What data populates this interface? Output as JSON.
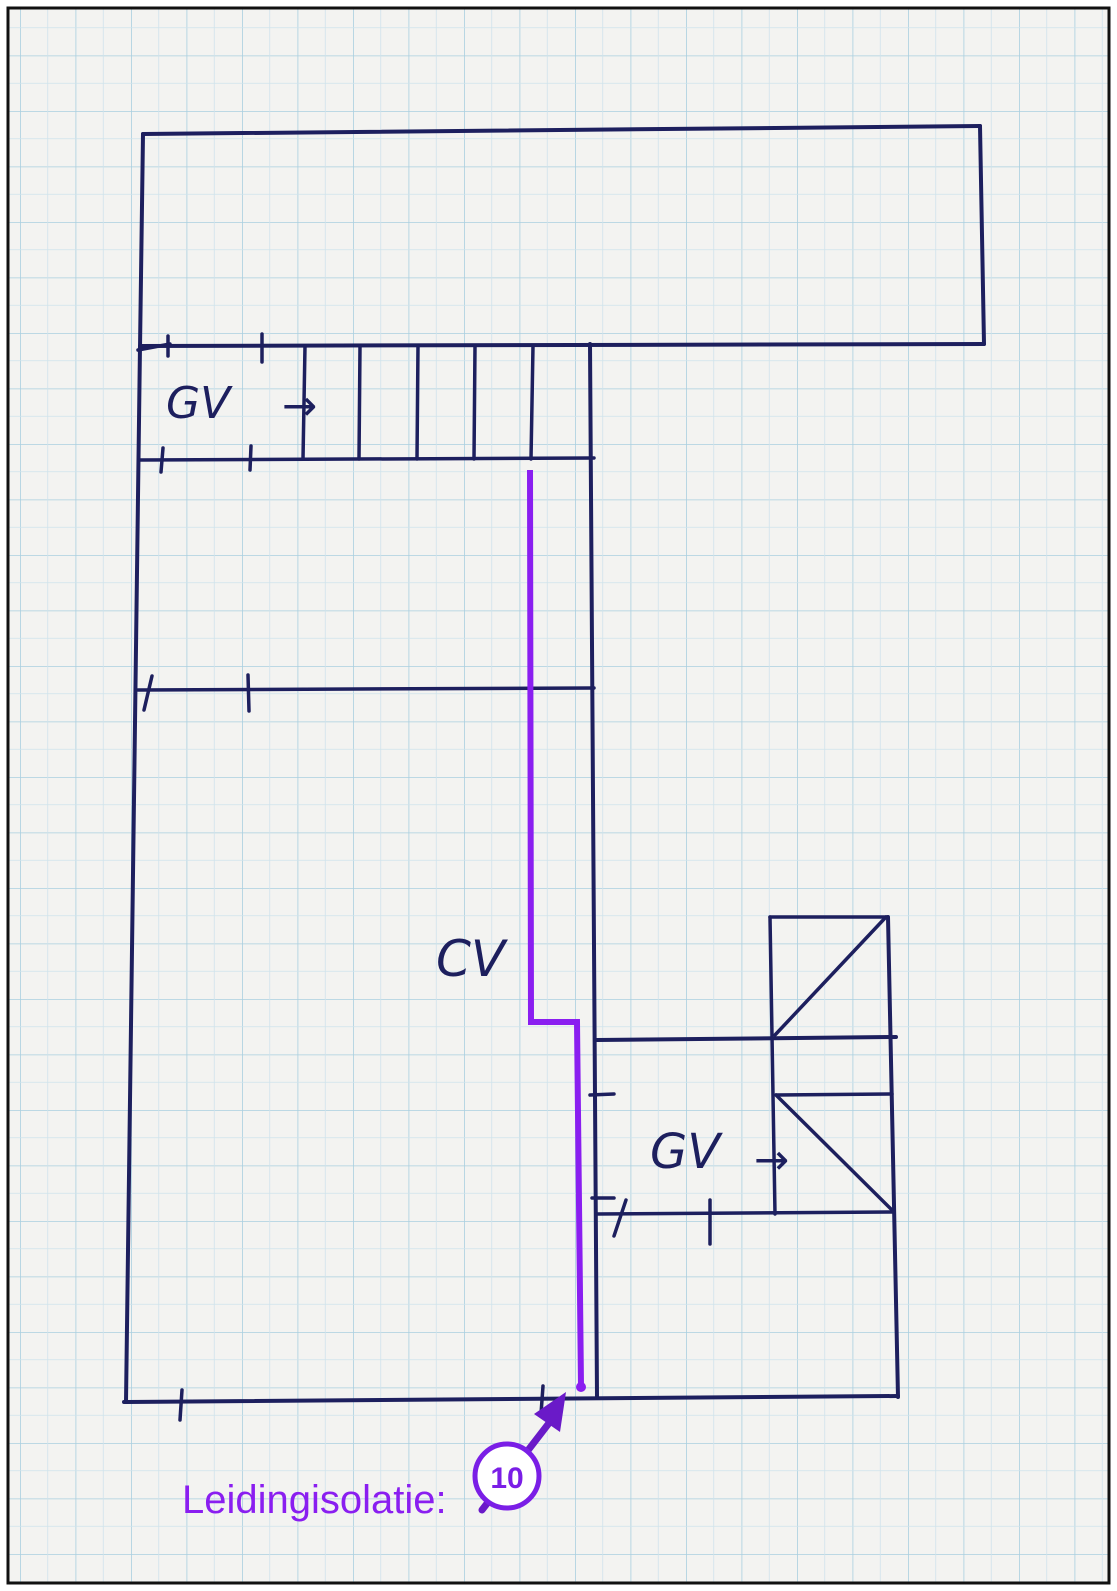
{
  "labels": {
    "gv_top": "GV",
    "gv_bottom": "GV",
    "cv": "CV",
    "arrow_top": "→",
    "arrow_bottom": "→"
  },
  "annotation": {
    "text": "Leidingisolatie:",
    "badge": "10"
  },
  "colors": {
    "paper": "#f3f3f1",
    "grid": "#a9cfe0",
    "ink": "#1d1f5e",
    "pipe": "#8a1ef0",
    "badge_fill": "#7a1ee6",
    "frame": "#111111"
  }
}
